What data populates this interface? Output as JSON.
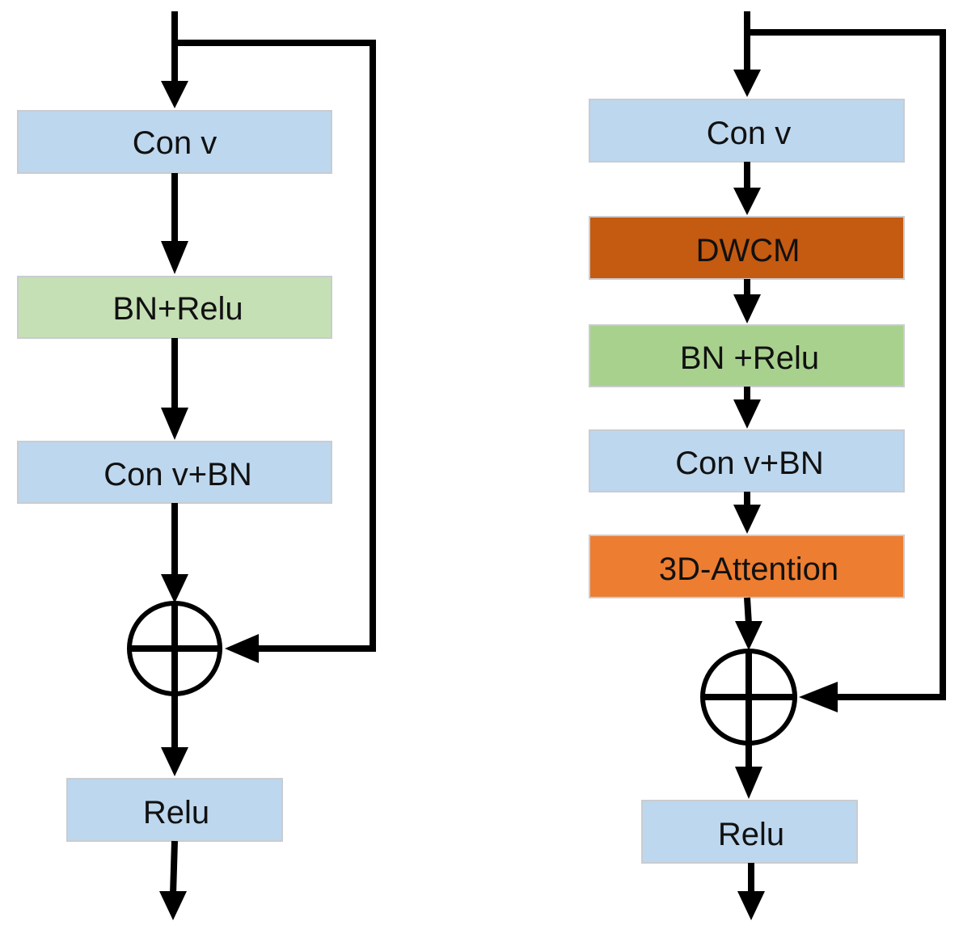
{
  "colors": {
    "conv_blue": "#bdd7ee",
    "bn_green_left": "#c5e0b4",
    "bn_green_right": "#a9d18e",
    "dwcm_orange": "#c55a11",
    "attention_orange": "#ed7d31",
    "line": "#000000"
  },
  "left_block": {
    "conv": "Con v",
    "bn_relu": "BN+Relu",
    "conv_bn": "Con v+BN",
    "relu": "Relu",
    "add_symbol": "circle-plus-icon"
  },
  "right_block": {
    "conv": "Con v",
    "dwcm": "DWCM",
    "bn_relu": "BN +Relu",
    "conv_bn": "Con v+BN",
    "attention": "3D-Attention",
    "relu": "Relu",
    "add_symbol": "circle-plus-icon"
  }
}
